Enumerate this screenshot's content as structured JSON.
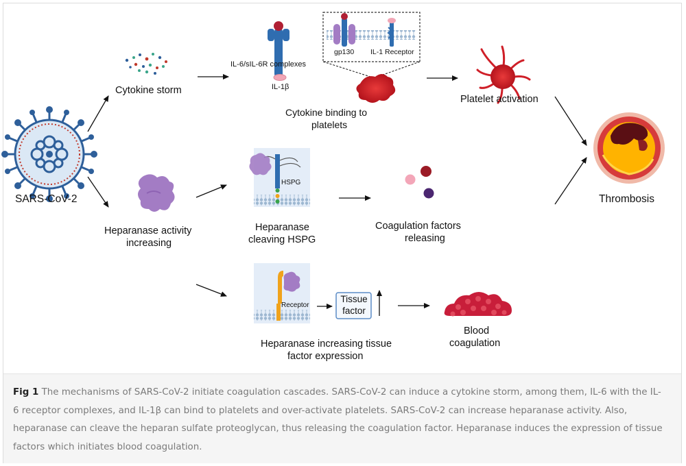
{
  "figure": {
    "labels": {
      "sars": "SARS-CoV-2",
      "cytokine_storm": "Cytokine storm",
      "il6_complex": "IL-6/sIL-6R complexes",
      "il1b": "IL-1β",
      "gp130": "gp130",
      "il1_receptor": "IL-1 Receptor",
      "cytokine_binding_1": "Cytokine  binding to",
      "cytokine_binding_2": "platelets",
      "platelet_activation": "Platelet activation",
      "thrombosis": "Thrombosis",
      "heparanase_1": "Heparanase activity",
      "heparanase_2": "increasing",
      "hspg": "HSPG",
      "cleaving_1": "Heparanase",
      "cleaving_2": "cleaving HSPG",
      "coag_1": "Coagulation factors",
      "coag_2": "releasing",
      "receptor": "Receptor",
      "tissue_1": "Tissue",
      "tissue_2": "factor",
      "tf_expr_1": "Heparanase increasing tissue",
      "tf_expr_2": "factor expression",
      "blood_1": "Blood",
      "blood_2": "coagulation"
    },
    "colors": {
      "virus": "#2e5f9a",
      "platelet": "#d8222a",
      "heparanase": "#a37cc4",
      "receptor_blue": "#2f6db0",
      "membrane": "#a9c4dd",
      "tissue_factor_box": "#5b8cc6",
      "orange_receptor": "#f0a31c",
      "blood": "#c81e3a"
    }
  },
  "caption": {
    "label": "Fig 1",
    "text": " The mechanisms of SARS-CoV-2 initiate coagulation cascades. SARS-CoV-2 can induce a cytokine storm, among them, IL-6 with the IL-6 receptor complexes, and IL-1β can bind to platelets and over-activate platelets. SARS-CoV-2 can increase heparanase activity. Also, heparanase can cleave the heparan sulfate proteoglycan, thus releasing the coagulation factor. Heparanase induces the expression of tissue factors which initiates blood coagulation."
  }
}
